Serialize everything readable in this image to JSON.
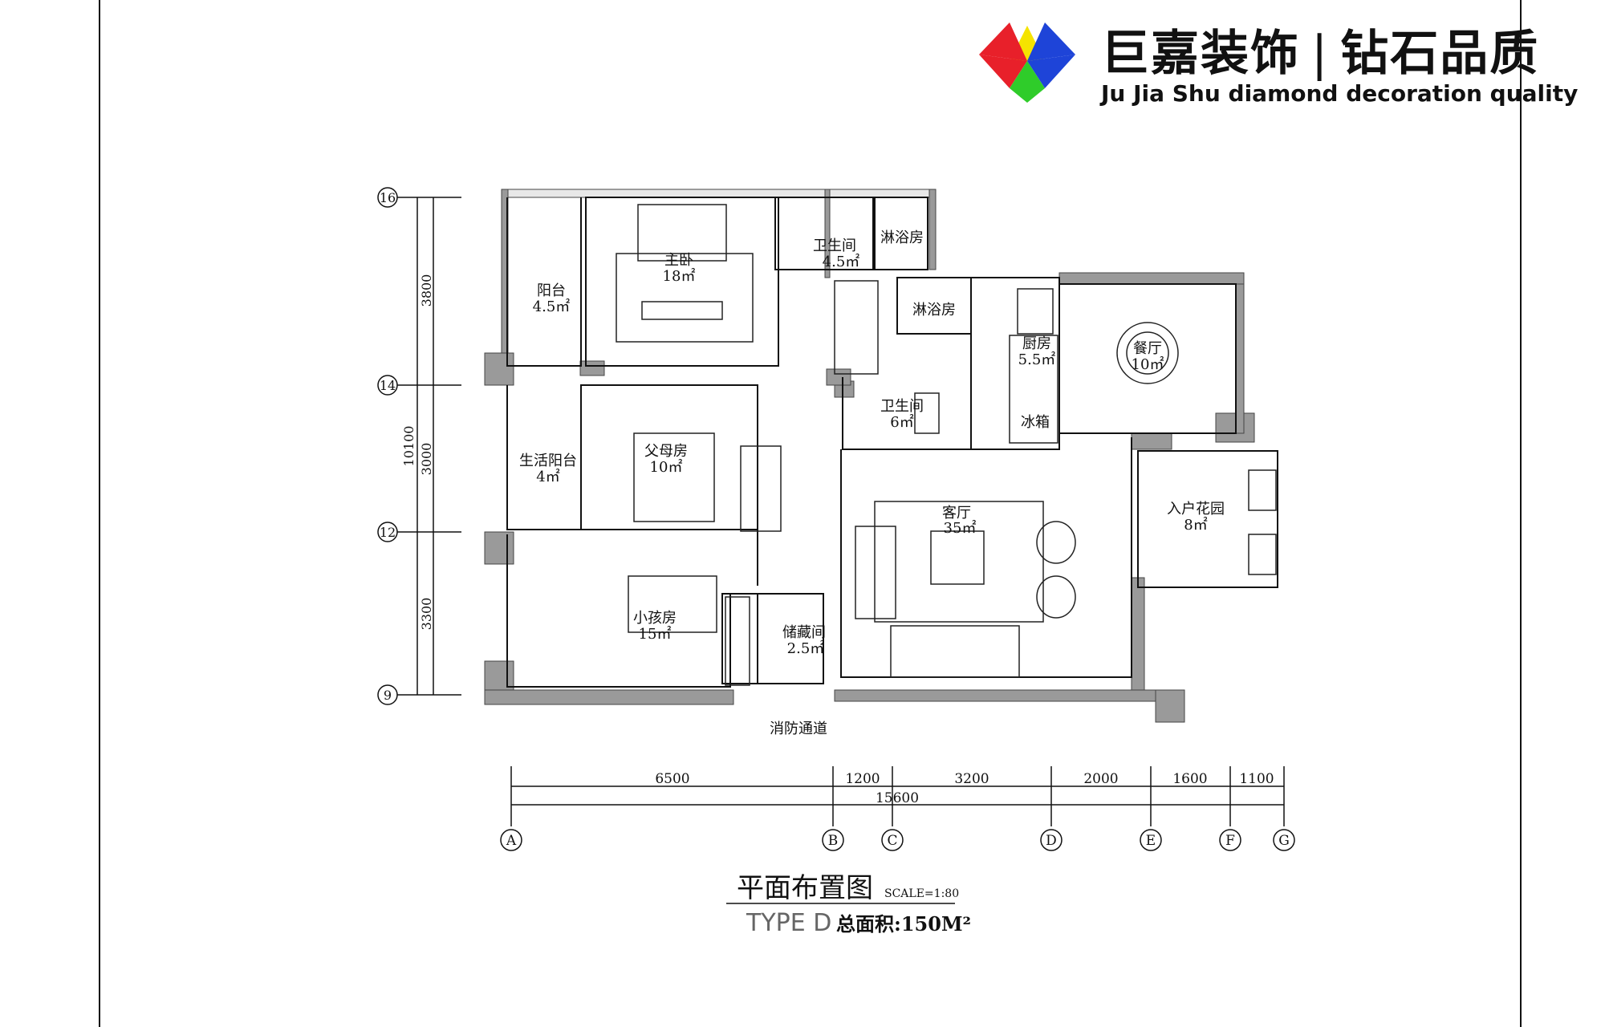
{
  "brand": {
    "name_cn": "巨嘉装饰",
    "separator": "|",
    "tagline_cn": "钻石品质",
    "tagline_en": "Ju Jia Shu diamond decoration quality",
    "colors": {
      "red": "#e8202a",
      "yellow": "#f5e400",
      "blue": "#1e44d8",
      "green": "#2fcc2a"
    },
    "icon": "diamond-logo-icon"
  },
  "plan": {
    "title": "平面布置图",
    "scale": "SCALE=1:80",
    "type": "TYPE D",
    "area_label": "总面积:150M²"
  },
  "rooms": {
    "master_bedroom": {
      "name": "主卧",
      "area": "18㎡"
    },
    "balcony": {
      "name": "阳台",
      "area": "4.5㎡"
    },
    "bath1": {
      "name": "卫生间",
      "area": "4.5㎡"
    },
    "shower1": {
      "name": "淋浴房"
    },
    "shower2": {
      "name": "淋浴房"
    },
    "kitchen": {
      "name": "厨房",
      "area": "5.5㎡"
    },
    "dining": {
      "name": "餐厅",
      "area": "10㎡"
    },
    "bath2": {
      "name": "卫生间",
      "area": "6㎡"
    },
    "fridge": {
      "name": "冰箱"
    },
    "utility_balcony": {
      "name": "生活阳台",
      "area": "4㎡"
    },
    "parents_room": {
      "name": "父母房",
      "area": "10㎡"
    },
    "entry_garden": {
      "name": "入户花园",
      "area": "8㎡"
    },
    "living": {
      "name": "客厅",
      "area": "35㎡"
    },
    "kids_room": {
      "name": "小孩房",
      "area": "15㎡"
    },
    "storage": {
      "name": "储藏间",
      "area": "2.5㎡"
    },
    "fire_exit": {
      "name": "消防通道"
    }
  },
  "dimensions": {
    "left": {
      "total": "10100",
      "segments": [
        "3800",
        "3000",
        "3300"
      ]
    },
    "bottom": {
      "total": "15600",
      "segments": [
        "6500",
        "1200",
        "3200",
        "2000",
        "1600",
        "1100"
      ]
    }
  },
  "axes": {
    "vertical": [
      "16",
      "14",
      "12",
      "9"
    ],
    "horizontal": [
      "A",
      "B",
      "C",
      "D",
      "E",
      "F",
      "G"
    ]
  }
}
